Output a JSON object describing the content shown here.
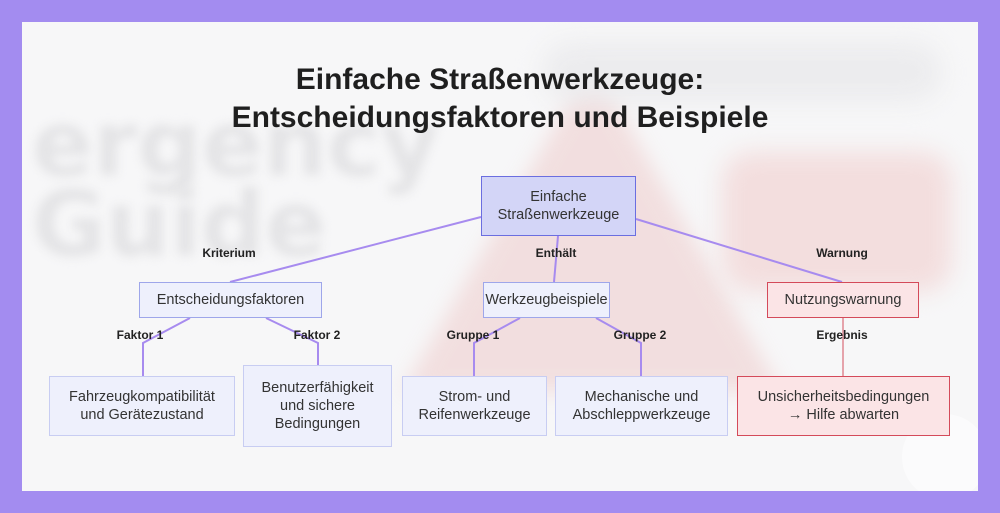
{
  "title": {
    "line1": "Einfache Straßenwerkzeuge:",
    "line2": "Entscheidungsfaktoren und Beispiele"
  },
  "colors": {
    "background": "#a38cf0",
    "root_fill": "#d3d5f7",
    "link_line": "#a78bef",
    "warning_border": "#d44a5a",
    "warning_fill": "#fbe4e6"
  },
  "nodes": {
    "root": "Einfache\nStraßenwerkzeuge",
    "factors": "Entscheidungsfaktoren",
    "examples": "Werkzeugbeispiele",
    "warning": "Nutzungswarnung",
    "vehicle": "Fahrzeugkompatibilität\nund Gerätezustand",
    "user": "Benutzerfähigkeit\nund sichere\nBedingungen",
    "power": "Strom- und\nReifenwerkzeuge",
    "mechanical": "Mechanische und\nAbschleppwerkzeuge",
    "unsafe": "Unsicherheitsbedingungen\n→ Hilfe abwarten"
  },
  "edges": {
    "kriterium": "Kriterium",
    "enthaelt": "Enthält",
    "warnung": "Warnung",
    "faktor1": "Faktor 1",
    "faktor2": "Faktor 2",
    "gruppe1": "Gruppe 1",
    "gruppe2": "Gruppe 2",
    "ergebnis": "Ergebnis"
  }
}
